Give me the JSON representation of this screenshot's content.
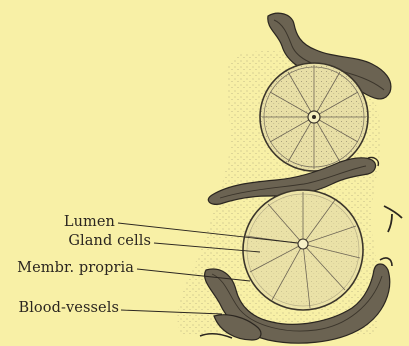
{
  "figure": {
    "labels": {
      "lumen": "Lumen",
      "gland_cells": "Gland cells",
      "membrana_propria": "Membr. propria",
      "blood_vessels": "Blood-vessels"
    }
  },
  "colors": {
    "background": "#f8f0a6",
    "ink": "#2b2620",
    "cell_fill": "#e3d9a0",
    "vessel_fill": "#6b6352"
  }
}
